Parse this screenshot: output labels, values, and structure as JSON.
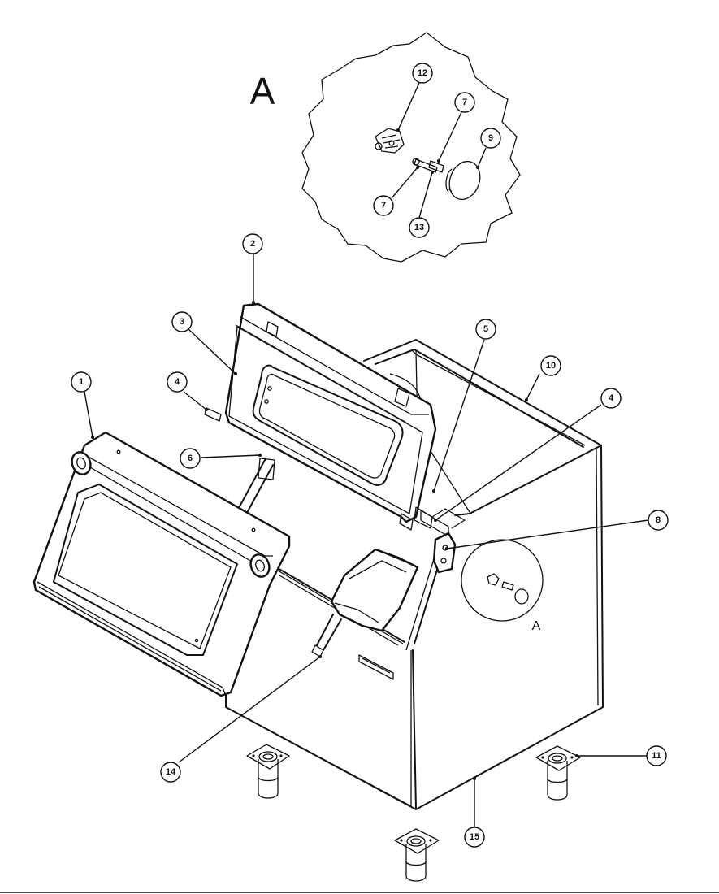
{
  "detail_view": {
    "label": "A",
    "inset_label": "A"
  },
  "callouts": [
    {
      "id": "c1",
      "label": "1"
    },
    {
      "id": "c2",
      "label": "2"
    },
    {
      "id": "c3",
      "label": "3"
    },
    {
      "id": "c4a",
      "label": "4"
    },
    {
      "id": "c4b",
      "label": "4"
    },
    {
      "id": "c5",
      "label": "5"
    },
    {
      "id": "c6",
      "label": "6"
    },
    {
      "id": "c7a",
      "label": "7"
    },
    {
      "id": "c7b",
      "label": "7"
    },
    {
      "id": "c8",
      "label": "8"
    },
    {
      "id": "c9",
      "label": "9"
    },
    {
      "id": "c10",
      "label": "10"
    },
    {
      "id": "c11",
      "label": "11"
    },
    {
      "id": "c12",
      "label": "12"
    },
    {
      "id": "c13",
      "label": "13"
    },
    {
      "id": "c14",
      "label": "14"
    },
    {
      "id": "c15",
      "label": "15"
    }
  ]
}
